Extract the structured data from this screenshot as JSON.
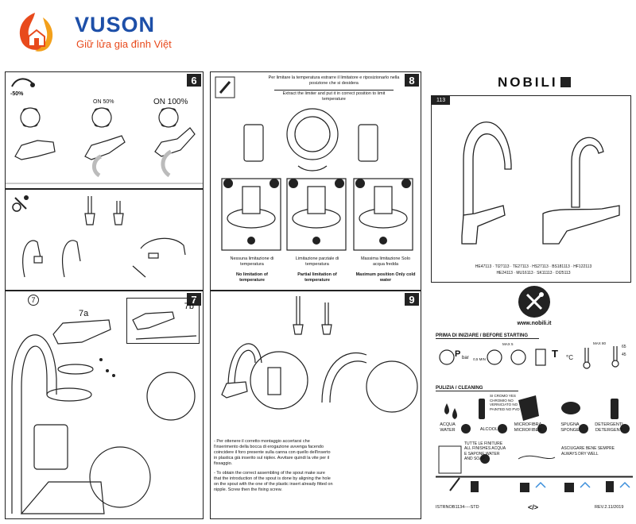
{
  "brand": {
    "name": "VUSON",
    "slogan": "Giữ lửa gia đình Việt",
    "color": "#1d4fa8",
    "accent": "#e84a1c"
  },
  "step6": {
    "number": "6",
    "saving": "-50%",
    "on50": "ON 50%",
    "on100": "ON 100%"
  },
  "step7": {
    "number": "7",
    "a": "7a",
    "b": "7b",
    "circle": "7"
  },
  "step8": {
    "number": "8",
    "it_text": "Per limitare la temperatura estrarre il limitatore e riposizionarlo nella posizione che si desidera",
    "en_text": "Extract the limiter and put it in correct position to limit temperature",
    "options": [
      {
        "it": "Nessuna limitazione di temperatura",
        "en": "No limitation of temperature"
      },
      {
        "it": "Limitazione parziale di temperatura",
        "en": "Partial limitation of temperature"
      },
      {
        "it": "Massima limitazione Solo acqua fredda",
        "en": "Maximum position Only cold water"
      }
    ]
  },
  "step9": {
    "number": "9",
    "it_text": "- Per ottenere il corretto montaggio accertarsi che l'inserimento della bocca di erogazione avvenga facendo coincidere il foro presente sulla canna con quello dell'inserto in plastica già inserito sul niplex. Avvitare quindi la vite per il fissaggio.",
    "en_text": "- To obtain the correct assembling of the spout make sure that the introduction of the spout is done by aligning the hole on the spout with the one of the plastic insert already fitted on nipple. Screw then the fixing screw."
  },
  "right": {
    "logo": "NOBILI",
    "model": "113",
    "codes1": "HE47113 · TI27113 · TE27113 · HS27113 · BS181113 · HF122113",
    "codes2": "HE24113 · MU16113 · SK11113 · DI25113",
    "website": "www.nobili.it",
    "before_header": "PRIMA DI INIZIARE / BEFORE STARTING",
    "p_label": "P",
    "bar": "bar",
    "min_p": "0,5 MIN",
    "max_p": "MAX 5",
    "t_label": "T",
    "c_label": "°C",
    "max_t": "MAX 80",
    "t65": "65",
    "t45": "45",
    "clean_header": "PULIZIA / CLEANING",
    "chrome_note": "SI CROMO YES CHROMIO NO VERNICIATO NO PAINTED NO PVD",
    "clean_items": [
      {
        "label": "ACQUA WATER"
      },
      {
        "label": "ALCOOL"
      },
      {
        "label": "MICROFIBRA MICROFIBER"
      },
      {
        "label": "SPUGNA SPONGE"
      },
      {
        "label": "DETERGENTI DETERGENT"
      }
    ],
    "finish_note": "TUTTE LE FINITURE ALL FINISHES ACQUA E SAPONE WATER AND SOAP",
    "dry_note": "ASCIUGARE BENE SEMPRE ALWAYS DRY WELL",
    "footer_code": "ISTRNOB1134----STD",
    "footer_rev": "REV.2.11/2019"
  }
}
